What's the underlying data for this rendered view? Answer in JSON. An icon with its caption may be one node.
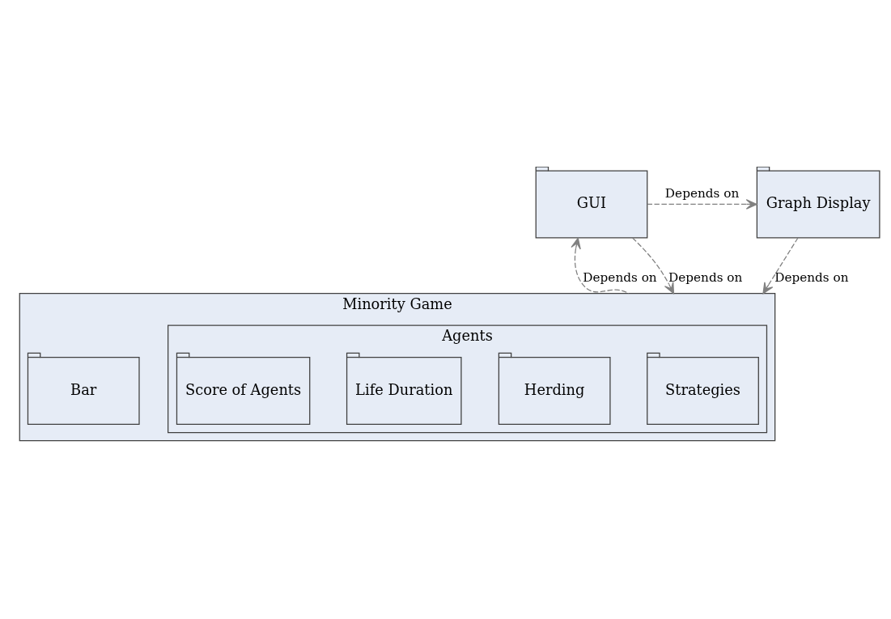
{
  "diagram": {
    "nodes": [
      {
        "text": [
          "GUI"
        ]
      },
      {
        "text": [
          "Graph Display"
        ]
      },
      {
        "text": [
          "Minority Game"
        ]
      },
      {
        "text": [
          "Agents"
        ],
        "in": 2
      },
      {
        "text": [
          "Strategies"
        ],
        "in": 3
      },
      {
        "text": [
          "Herding"
        ],
        "in": 3
      },
      {
        "text": [
          "Life Duration"
        ],
        "in": 3
      },
      {
        "text": [
          "Score of Agents"
        ],
        "in": 3
      },
      {
        "text": [
          "Bar"
        ],
        "in": 2
      }
    ],
    "edges": [
      {
        "from": 0,
        "to": 1,
        "arrow": "to",
        "label": "Depends on",
        "style": "dashed"
      },
      {
        "from": 2,
        "to": 0,
        "arrow": "to",
        "label": "Depends on",
        "style": "dashed"
      },
      {
        "from": 0,
        "to": 2,
        "arrow": "to",
        "label": "Depends on",
        "style": "dashed"
      },
      {
        "from": 1,
        "to": 2,
        "arrow": "to",
        "label": "Depends on",
        "style": "dashed"
      }
    ]
  }
}
